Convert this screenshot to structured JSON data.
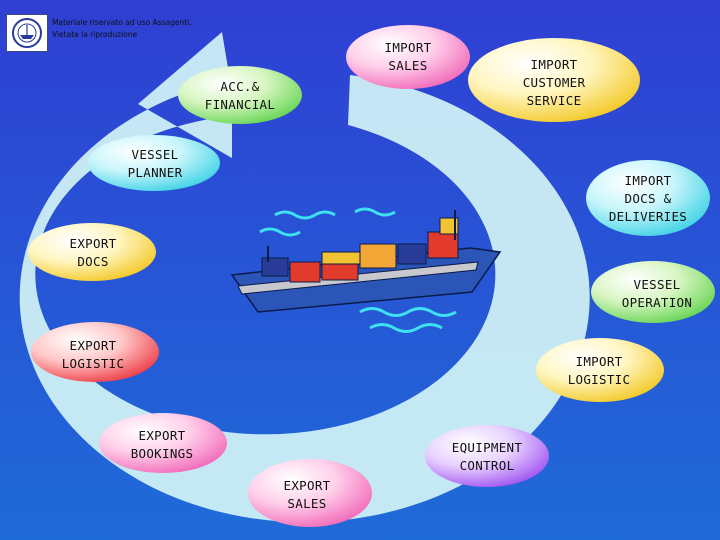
{
  "notice": "Materiale riservato ad uso Assagenti.\nVietata la riproduzione",
  "colors": {
    "background_top": "#2f3fd3",
    "background_bottom": "#1f6bd8",
    "ring": "#cdeff6",
    "ship_hull": "#2b56b8",
    "ship_deck": "#c8c9cf"
  },
  "logo_icon": "association-seal-icon",
  "nodes": [
    {
      "id": "import-sales",
      "label": "IMPORT\nSALES",
      "color": "pink"
    },
    {
      "id": "import-customer-service",
      "label": "IMPORT\nCUSTOMER\nSERVICE",
      "color": "yellow"
    },
    {
      "id": "acc-financial",
      "label": "ACC.&\nFINANCIAL",
      "color": "green"
    },
    {
      "id": "vessel-planner",
      "label": "VESSEL\nPLANNER",
      "color": "cyan"
    },
    {
      "id": "import-docs-deliveries",
      "label": "IMPORT\nDOCS &\nDELIVERIES",
      "color": "cyan"
    },
    {
      "id": "export-docs",
      "label": "EXPORT\nDOCS",
      "color": "yellow"
    },
    {
      "id": "vessel-operation",
      "label": "VESSEL\nOPERATION",
      "color": "green"
    },
    {
      "id": "export-logistic",
      "label": "EXPORT\nLOGISTIC",
      "color": "red"
    },
    {
      "id": "import-logistic",
      "label": "IMPORT\nLOGISTIC",
      "color": "yellow"
    },
    {
      "id": "export-bookings",
      "label": "EXPORT\nBOOKINGS",
      "color": "pink"
    },
    {
      "id": "equipment-control",
      "label": "EQUIPMENT\nCONTROL",
      "color": "purple"
    },
    {
      "id": "export-sales",
      "label": "EXPORT\nSALES",
      "color": "pink"
    }
  ],
  "illustration": "container-ship-icon"
}
